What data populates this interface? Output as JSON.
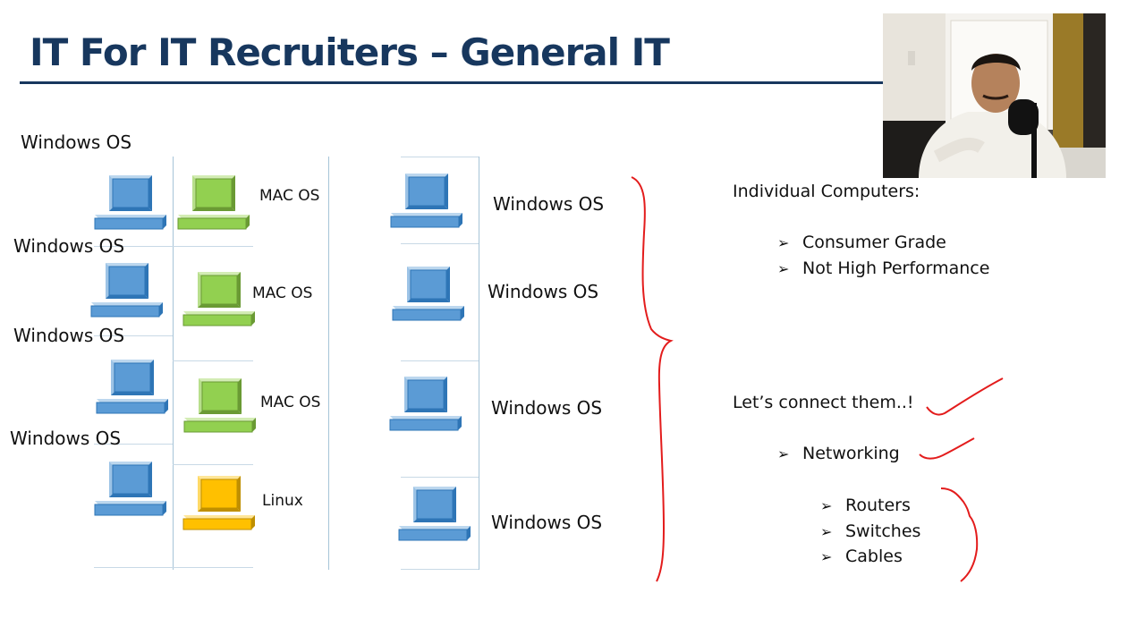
{
  "title": "IT For IT Recruiters – General IT",
  "left_column": {
    "labels": [
      "Windows OS",
      "Windows OS",
      "Windows OS",
      "Windows OS"
    ],
    "mac_labels": [
      "MAC OS",
      "MAC OS",
      "MAC OS"
    ],
    "linux_label": "Linux"
  },
  "middle_column": {
    "labels": [
      "Windows OS",
      "Windows OS",
      "Windows OS",
      "Windows OS"
    ]
  },
  "right_panel": {
    "heading": "Individual Computers:",
    "bullets": [
      "Consumer Grade",
      "Not High Performance"
    ],
    "connect_text": "Let’s connect them..!",
    "networking": "Networking",
    "sub_bullets": [
      "Routers",
      "Switches",
      "Cables"
    ]
  },
  "icons": {
    "bullet": "arrowhead-bullet-icon",
    "windows_pc": "computer-icon",
    "mac_pc": "computer-icon",
    "linux_pc": "computer-icon"
  },
  "colors": {
    "title": "#17375e",
    "windows_pc": "#5b9bd5",
    "mac_pc": "#92d050",
    "linux_pc": "#ffc000",
    "annotation": "#e31c1c"
  }
}
